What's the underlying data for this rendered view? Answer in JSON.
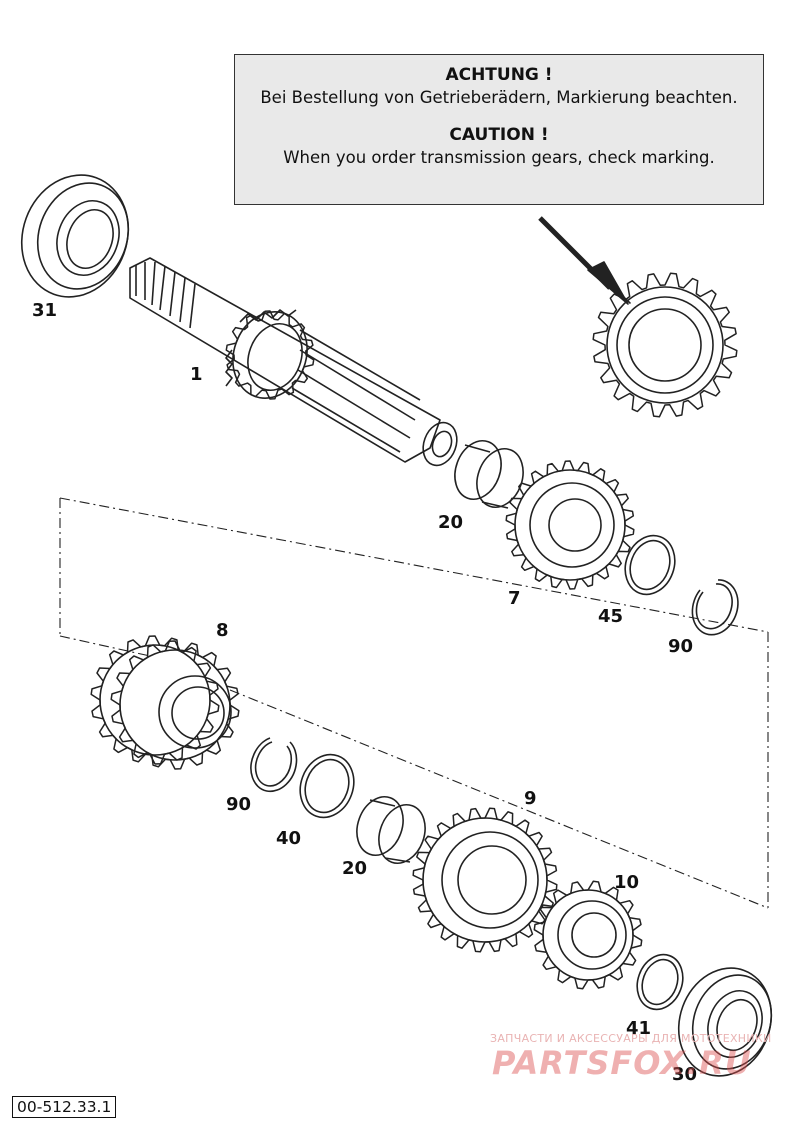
{
  "notice": {
    "heading_de": "ACHTUNG !",
    "text_de": "Bei Bestellung von Getrieberädern, Markierung beachten.",
    "heading_en": "CAUTION !",
    "text_en": "When you order transmission gears, check marking."
  },
  "callouts": {
    "p31": "31",
    "p1": "1",
    "p20a": "20",
    "p7": "7",
    "p45": "45",
    "p90a": "90",
    "p8": "8",
    "p90b": "90",
    "p40": "40",
    "p20b": "20",
    "p9": "9",
    "p10": "10",
    "p41": "41",
    "p30": "30"
  },
  "doc_id": "00-512.33.1",
  "watermark": {
    "tagline": "ЗАПЧАСТИ И АКСЕССУАРЫ ДЛЯ МОТОТЕХНИКИ",
    "brand": "PARTSFOX.RU"
  },
  "colors": {
    "line": "#222222",
    "notice_bg": "#e9e9e9",
    "watermark": "#dc5050"
  }
}
